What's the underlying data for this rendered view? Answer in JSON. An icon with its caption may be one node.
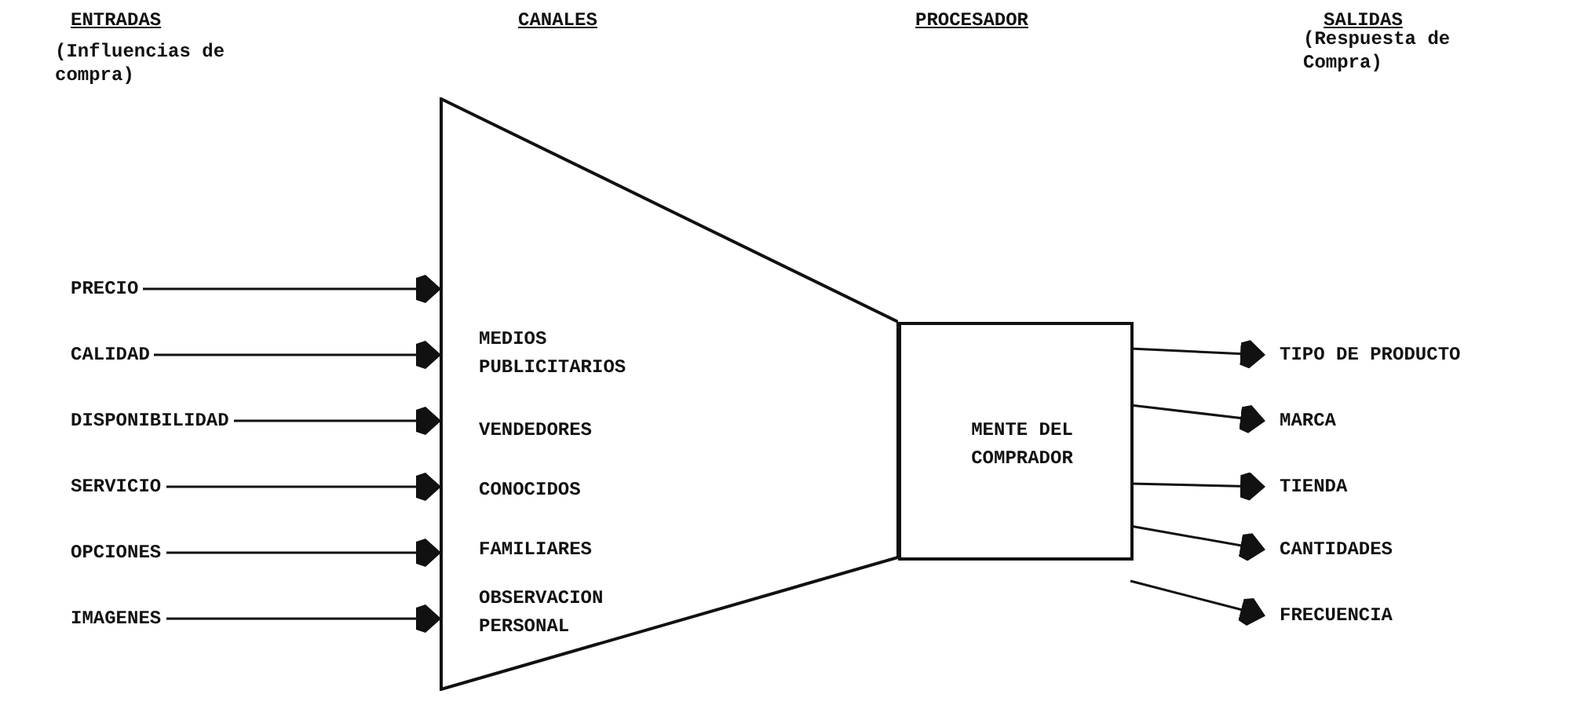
{
  "diagram": {
    "nodes": [
      {
        "text": [
          "PRECIO"
        ]
      },
      {
        "text": [
          "CALIDAD"
        ]
      },
      {
        "text": [
          "DISPONIBILIDAD"
        ]
      },
      {
        "text": [
          "SERVICIO"
        ]
      },
      {
        "text": [
          "OPCIONES"
        ]
      },
      {
        "text": [
          "IMAGENES"
        ]
      },
      {
        "text": [
          "MEDIOS PUBLICITARIOS",
          "VENDEDORES",
          "CONOCIDOS",
          "FAMILIARES",
          "OBSERVACION PERSONAL"
        ]
      },
      {
        "text": [
          "MENTE DEL COMPRADOR"
        ]
      },
      {
        "text": [
          "TIPO DE PRODUCTO"
        ]
      },
      {
        "text": [
          "MARCA"
        ]
      },
      {
        "text": [
          "TIENDA"
        ]
      },
      {
        "text": [
          "CANTIDADES"
        ]
      },
      {
        "text": [
          "FRECUENCIA"
        ]
      }
    ],
    "edges": [
      {
        "from": 0,
        "to": 6,
        "arrow": "to"
      },
      {
        "from": 1,
        "to": 6,
        "arrow": "to"
      },
      {
        "from": 2,
        "to": 6,
        "arrow": "to"
      },
      {
        "from": 3,
        "to": 6,
        "arrow": "to"
      },
      {
        "from": 4,
        "to": 6,
        "arrow": "to"
      },
      {
        "from": 5,
        "to": 6,
        "arrow": "to"
      },
      {
        "from": 7,
        "to": 8,
        "arrow": "to"
      },
      {
        "from": 7,
        "to": 9,
        "arrow": "to"
      },
      {
        "from": 7,
        "to": 10,
        "arrow": "to"
      },
      {
        "from": 7,
        "to": 11,
        "arrow": "to"
      },
      {
        "from": 7,
        "to": 12,
        "arrow": "to"
      }
    ],
    "labels": [
      "ENTRADAS",
      "CANALES",
      "PROCESADOR",
      "SALIDAS",
      "(Influencias de compra)",
      "(Respuesta de Compra)"
    ]
  }
}
